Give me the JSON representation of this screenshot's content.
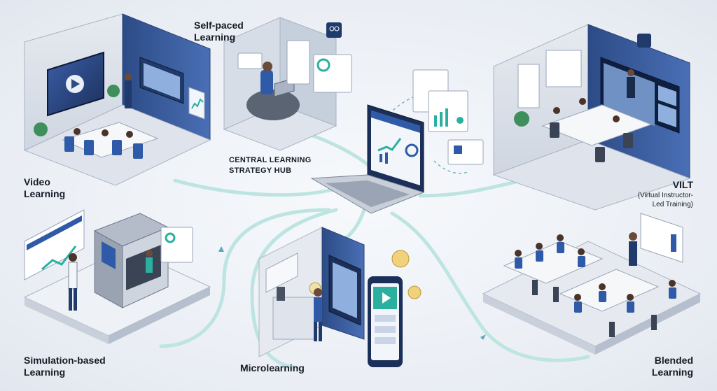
{
  "hub": {
    "line1": "CENTRAL LEARNING",
    "line2": "STRATEGY HUB"
  },
  "modules": {
    "video": {
      "line1": "Video",
      "line2": "Learning"
    },
    "self_paced": {
      "line1": "Self-paced",
      "line2": "Learning"
    },
    "vilt": {
      "title": "VILT",
      "sub1": "(Virtual Instructor-",
      "sub2": "Led Training)"
    },
    "simulation": {
      "line1": "Simulation-based",
      "line2": "Learning"
    },
    "micro": {
      "line1": "Microlearning"
    },
    "blended": {
      "line1": "Blended",
      "line2": "Learning"
    }
  },
  "colors": {
    "navy": "#1f3a6b",
    "accent_blue": "#2f5aa8",
    "teal": "#2bb0a0",
    "flow": "#a9dcd8",
    "room_wall": "#c9d2df",
    "floor": "#dfe4ec"
  }
}
